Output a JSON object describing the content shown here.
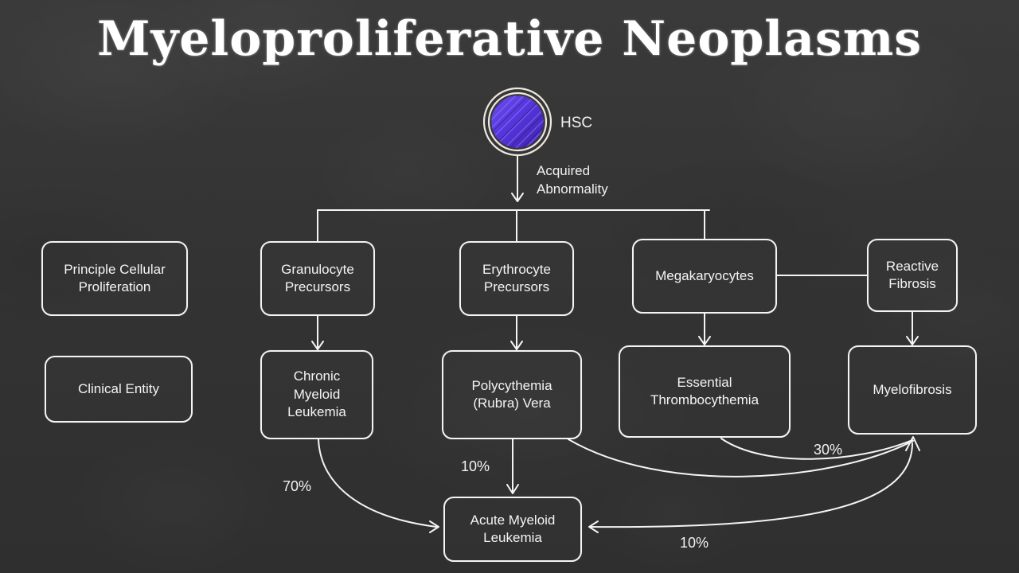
{
  "title": "Myeloproliferative Neoplasms",
  "colors": {
    "background": "#343434",
    "chalk": "#f4f4f4",
    "cell_nucleus": "#5b3fe0",
    "cell_nucleus_dark": "#3a2397",
    "cell_membrane": "#e8e4da"
  },
  "cell": {
    "label": "HSC",
    "icon": "stem-cell-icon"
  },
  "legend": {
    "row_labels": [
      {
        "id": "principle-cellular-proliferation",
        "text": "Principle Cellular\nProliferation"
      },
      {
        "id": "clinical-entity",
        "text": "Clinical Entity"
      }
    ]
  },
  "edges": {
    "hsc_to_branch_label": "Acquired\nAbnormality"
  },
  "nodes": {
    "precursors": [
      {
        "id": "granulocyte-precursors",
        "text": "Granulocyte\nPrecursors"
      },
      {
        "id": "erythrocyte-precursors",
        "text": "Erythrocyte\nPrecursors"
      },
      {
        "id": "megakaryocytes",
        "text": "Megakaryocytes"
      },
      {
        "id": "reactive-fibrosis",
        "text": "Reactive\nFibrosis"
      }
    ],
    "clinical_entities": [
      {
        "id": "chronic-myeloid-leukemia",
        "text": "Chronic\nMyeloid\nLeukemia"
      },
      {
        "id": "polycythemia-rubra-vera",
        "text": "Polycythemia\n(Rubra) Vera"
      },
      {
        "id": "essential-thrombocythemia",
        "text": "Essential\nThrombocythemia"
      },
      {
        "id": "myelofibrosis",
        "text": "Myelofibrosis"
      }
    ],
    "terminal": {
      "id": "acute-myeloid-leukemia",
      "text": "Acute Myeloid\nLeukemia"
    }
  },
  "transformation_rates": [
    {
      "from": "chronic-myeloid-leukemia",
      "to": "acute-myeloid-leukemia",
      "label": "70%"
    },
    {
      "from": "polycythemia-rubra-vera",
      "to": "acute-myeloid-leukemia",
      "label": "10%"
    },
    {
      "from": "essential-thrombocythemia",
      "to": "myelofibrosis",
      "label": "30%"
    },
    {
      "from": "myelofibrosis",
      "to": "acute-myeloid-leukemia",
      "label": "10%"
    }
  ]
}
